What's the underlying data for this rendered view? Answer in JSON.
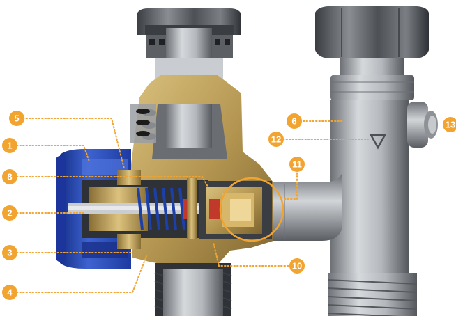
{
  "colors": {
    "callout": "#f2a431",
    "leader": "#f2a431",
    "brass": "#b89a55",
    "brassDark": "#7a6230",
    "steel": "#a7abb0",
    "steelDark": "#5a5e63",
    "knob": "#2a4fb8"
  },
  "callouts": [
    {
      "id": "1",
      "label": "1"
    },
    {
      "id": "2",
      "label": "2"
    },
    {
      "id": "3",
      "label": "3"
    },
    {
      "id": "4",
      "label": "4"
    },
    {
      "id": "5",
      "label": "5"
    },
    {
      "id": "6",
      "label": "6"
    },
    {
      "id": "8",
      "label": "8"
    },
    {
      "id": "10",
      "label": "10"
    },
    {
      "id": "11",
      "label": "11"
    },
    {
      "id": "12",
      "label": "12"
    },
    {
      "id": "13",
      "label": "13"
    }
  ]
}
